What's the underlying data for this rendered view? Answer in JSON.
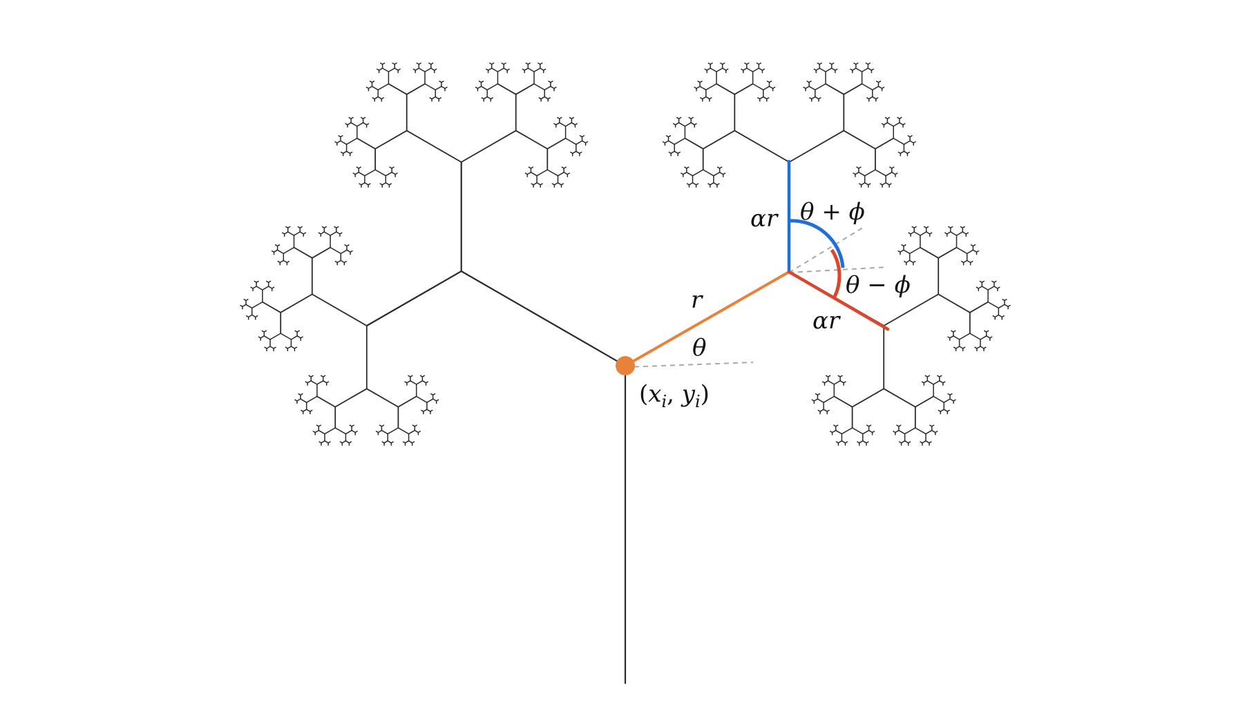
{
  "colors": {
    "tree": "#2a2a2a",
    "trunk_segment": "#e8823a",
    "plus_branch": "#1f6fd6",
    "minus_branch": "#d9472f",
    "guide": "#a8a8a8",
    "background": "#ffffff"
  },
  "fractal": {
    "branch_angle_deg": 60,
    "length_ratio": 0.577,
    "depth": 9
  },
  "labels": {
    "r": "r",
    "theta": "θ",
    "alpha_r_upper": "αr",
    "alpha_r_lower": "αr",
    "theta_plus_phi": "θ + ϕ",
    "theta_minus_phi": "θ − ϕ",
    "point": {
      "open": "(",
      "x": "x",
      "x_sub": "i",
      "sep": ", ",
      "y": "y",
      "y_sub": "i",
      "close": ")"
    }
  }
}
